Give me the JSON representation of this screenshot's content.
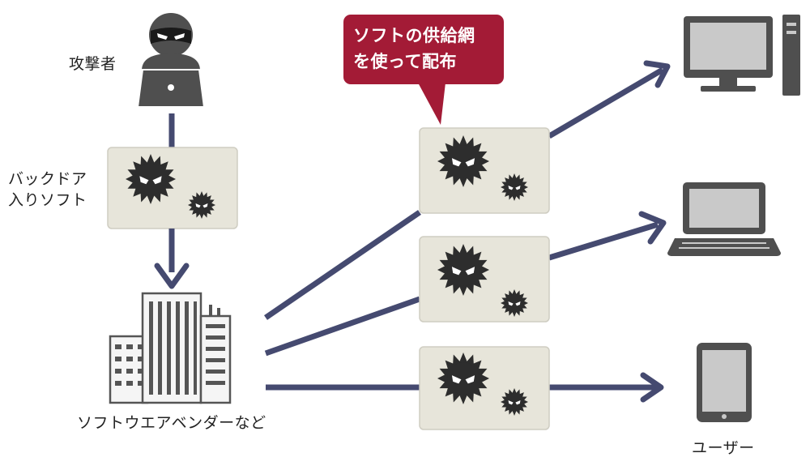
{
  "labels": {
    "attacker": "攻撃者",
    "backdoor_software": "バックドア\n入りソフト",
    "vendor": "ソフトウエアベンダーなど",
    "users": "ユーザー",
    "callout": "ソフトの供給網\nを使って配布"
  },
  "colors": {
    "arrow": "#454a70",
    "card_fill": "#e7e5da",
    "card_stroke": "#cfcdc2",
    "callout_fill": "#a31b36",
    "virus": "#2d2d2d",
    "device": "#4f4f4f",
    "screen": "#c9c9c9",
    "building": "#555555"
  }
}
